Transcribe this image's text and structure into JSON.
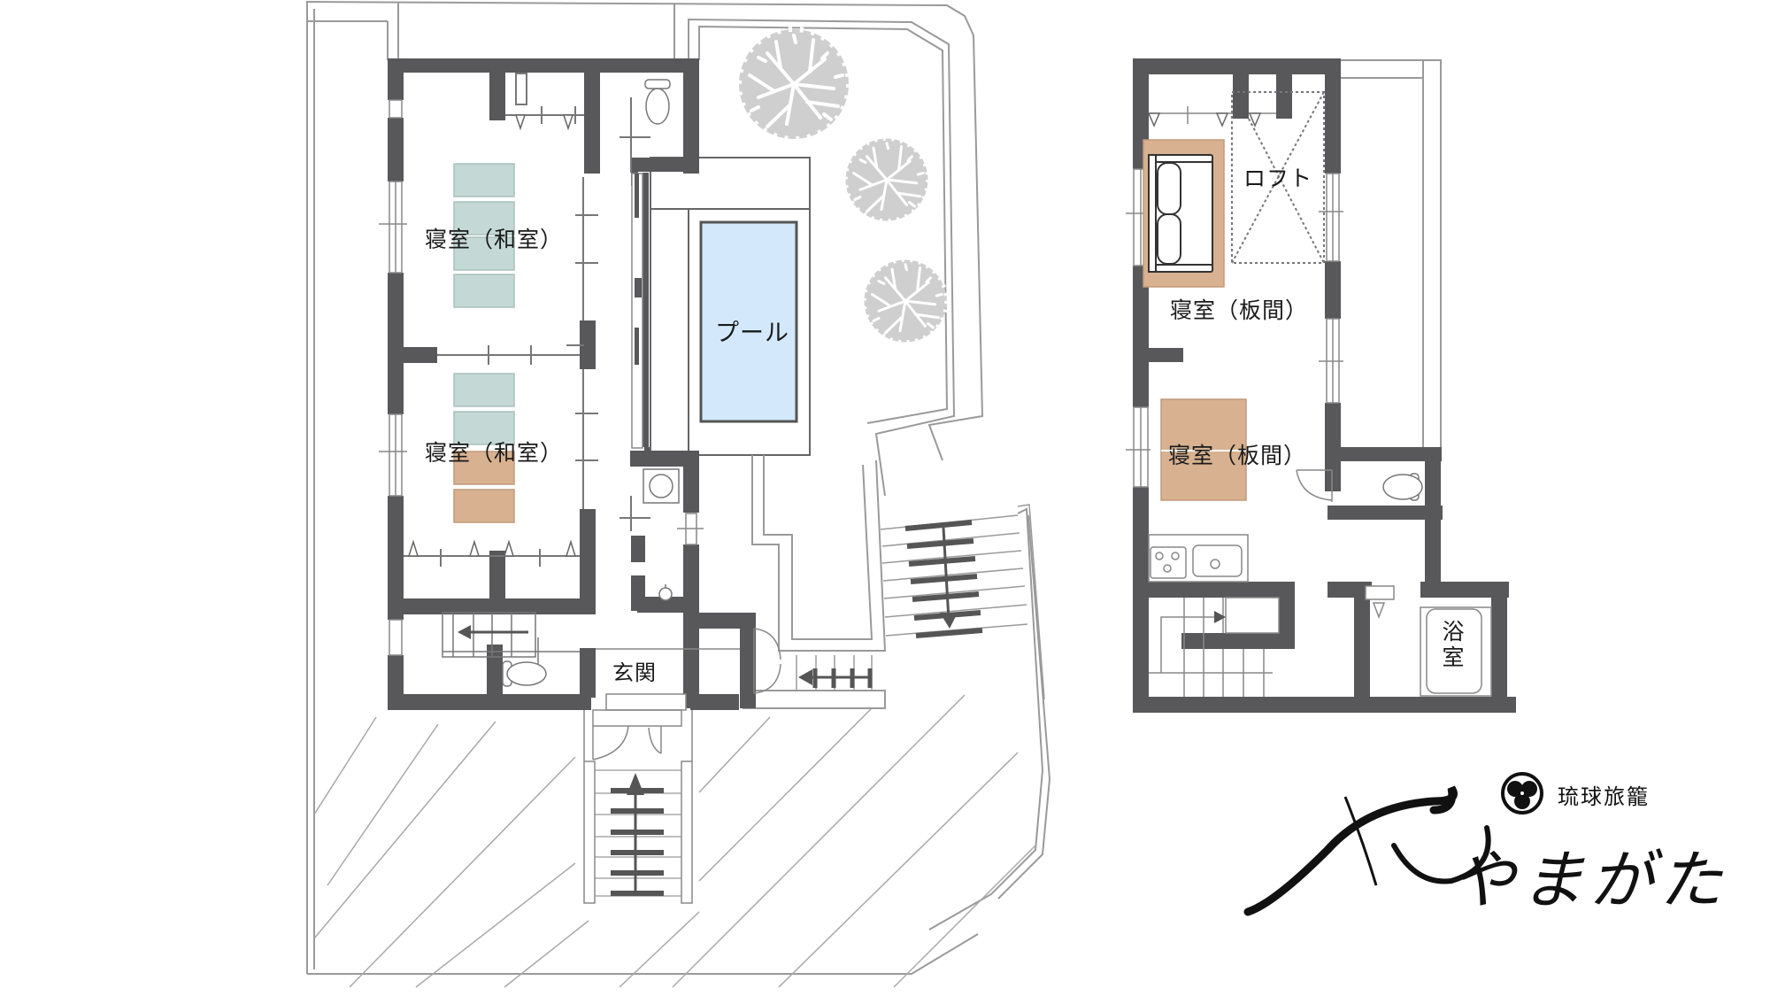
{
  "colors": {
    "wall": "#58575a",
    "line": "#9a9a9a",
    "japanese_mat": "#c4d9d5",
    "wood_mat": "#d7b190",
    "pool_water": "#d3e9fb",
    "tree": "#cfcfcf",
    "text": "#1a1a1a"
  },
  "floor_plan": {
    "ground_floor": {
      "rooms": [
        {
          "id": "bedroom-japanese-1",
          "label": "寝室（和室）"
        },
        {
          "id": "bedroom-japanese-2",
          "label": "寝室（和室）"
        },
        {
          "id": "pool",
          "label": "プール"
        },
        {
          "id": "entrance",
          "label": "玄関"
        }
      ]
    },
    "upper_floor": {
      "rooms": [
        {
          "id": "loft",
          "label": "ロフト"
        },
        {
          "id": "bedroom-wood-1",
          "label": "寝室（板間）"
        },
        {
          "id": "bedroom-wood-2",
          "label": "寝室（板間）"
        },
        {
          "id": "bathroom",
          "label": "浴室",
          "label_chars": [
            "浴",
            "室"
          ]
        }
      ]
    }
  },
  "brand": {
    "subtitle": "琉球旅籠",
    "name": "やまがた",
    "crest_icon": "family-crest-icon"
  }
}
